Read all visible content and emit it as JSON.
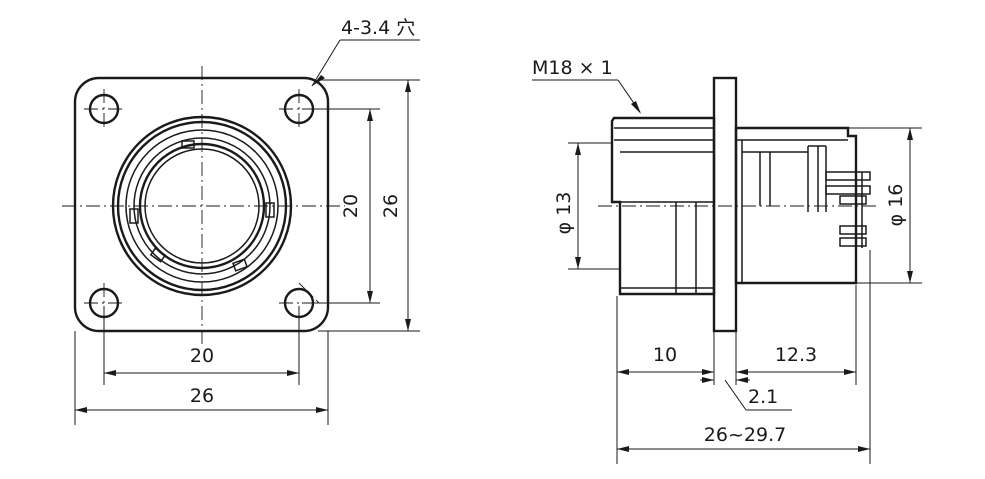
{
  "labels": {
    "holes": "4-3.4 穴",
    "thread": "M18 × 1",
    "front_width_inner": "20",
    "front_width_outer": "26",
    "front_height_inner": "20",
    "front_height_outer": "26",
    "dia_13": "φ 13",
    "dia_16": "φ 16",
    "len_10": "10",
    "len_12_3": "12.3",
    "flange_2_1": "2.1",
    "total_len": "26~29.7"
  },
  "colors": {
    "line": "#1a1a1a",
    "background": "#ffffff"
  }
}
